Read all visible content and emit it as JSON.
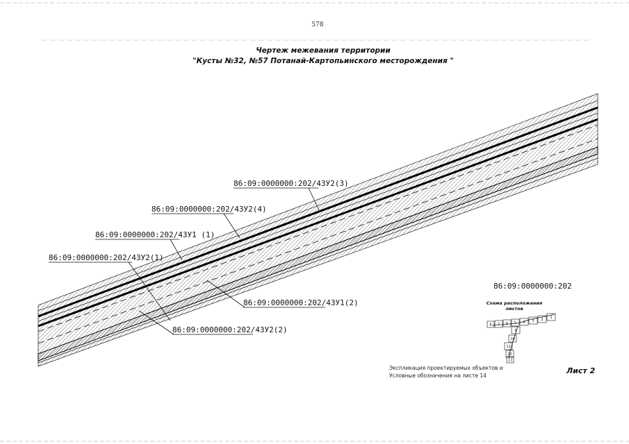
{
  "page_number": "578",
  "title": {
    "line1": "Чертеж межевания территории",
    "line2": "\"Кусты №32, №57 Потанай-Картопьинского месторождения \""
  },
  "parcels": [
    {
      "id": "p1",
      "label": "86:09:0000000:202/43У2(3)"
    },
    {
      "id": "p2",
      "label": "86:09:0000000:202/43У2(4)"
    },
    {
      "id": "p3",
      "label": "86:09:0000000:202/43У1 (1)"
    },
    {
      "id": "p4",
      "label": "86:09:0000000:202/43У2(1)"
    },
    {
      "id": "p5",
      "label": "86:09:0000000:202/43У1(2)"
    },
    {
      "id": "p6",
      "label": "86:09:0000000:202/43У2(2)"
    }
  ],
  "main_parcel": "86:09:0000000:202",
  "scheme": {
    "title_line1": "Схема расположения",
    "title_line2": "листов",
    "cells": [
      "8",
      "7",
      "6",
      "5",
      "4",
      "3",
      "2",
      "1",
      "9",
      "10",
      "11",
      "12",
      "13"
    ]
  },
  "explication": {
    "line1": "Экспликация проектируемых объектов и",
    "line2": "Условные обозначения на листе 14"
  },
  "sheet_label": "Лист 2",
  "colors": {
    "ink": "#111111",
    "hatch": "#555555",
    "border": "#888888"
  }
}
